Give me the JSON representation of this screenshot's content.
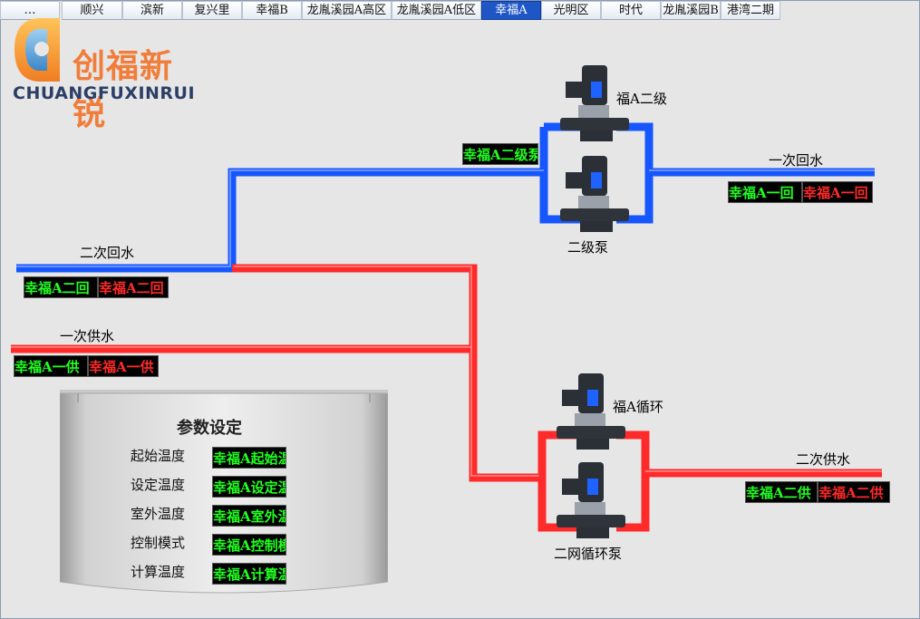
{
  "tabs": [
    {
      "label": "…",
      "active": false
    },
    {
      "label": "顺兴",
      "active": false
    },
    {
      "label": "滨新",
      "active": false
    },
    {
      "label": "复兴里",
      "active": false
    },
    {
      "label": "幸福B",
      "active": false
    },
    {
      "label": "龙胤溪园A高区",
      "active": false
    },
    {
      "label": "龙胤溪园A低区",
      "active": false
    },
    {
      "label": "幸福A",
      "active": true
    },
    {
      "label": "光明区",
      "active": false
    },
    {
      "label": "时代",
      "active": false
    },
    {
      "label": "龙胤溪园B",
      "active": false
    },
    {
      "label": "港湾二期",
      "active": false
    }
  ],
  "logo": {
    "cn": "创福新锐",
    "en": "CHUANGFUXINRUI"
  },
  "pipes": {
    "secondary_return": "二次回水",
    "primary_supply": "一次供水",
    "primary_return": "一次回水",
    "secondary_supply": "二次供水"
  },
  "pumps": {
    "stage2_title": "福A二级",
    "stage2_tag": "幸福A二级泵",
    "stage2_label": "二级泵",
    "circ_title": "福A循环",
    "circ_label": "二网循环泵"
  },
  "tags": {
    "prim_return_green": "幸福A一回",
    "prim_return_red": "幸福A一回",
    "sec_return_green": "幸福A二回",
    "sec_return_red": "幸福A二回",
    "prim_supply_green": "幸福A一供",
    "prim_supply_red": "幸福A一供",
    "sec_supply_green": "幸福A二供",
    "sec_supply_red": "幸福A二供"
  },
  "settings": {
    "title": "参数设定",
    "rows": [
      {
        "label": "起始温度",
        "value": "幸福A起始温度"
      },
      {
        "label": "设定温度",
        "value": "幸福A设定温度"
      },
      {
        "label": "室外温度",
        "value": "幸福A室外温度"
      },
      {
        "label": "控制模式",
        "value": "幸福A控制模式"
      },
      {
        "label": "计算温度",
        "value": "幸福A计算温度"
      }
    ]
  },
  "colors": {
    "supply": "#ff2a2a",
    "return": "#1656ff",
    "active_tab": "#1f56c6"
  }
}
